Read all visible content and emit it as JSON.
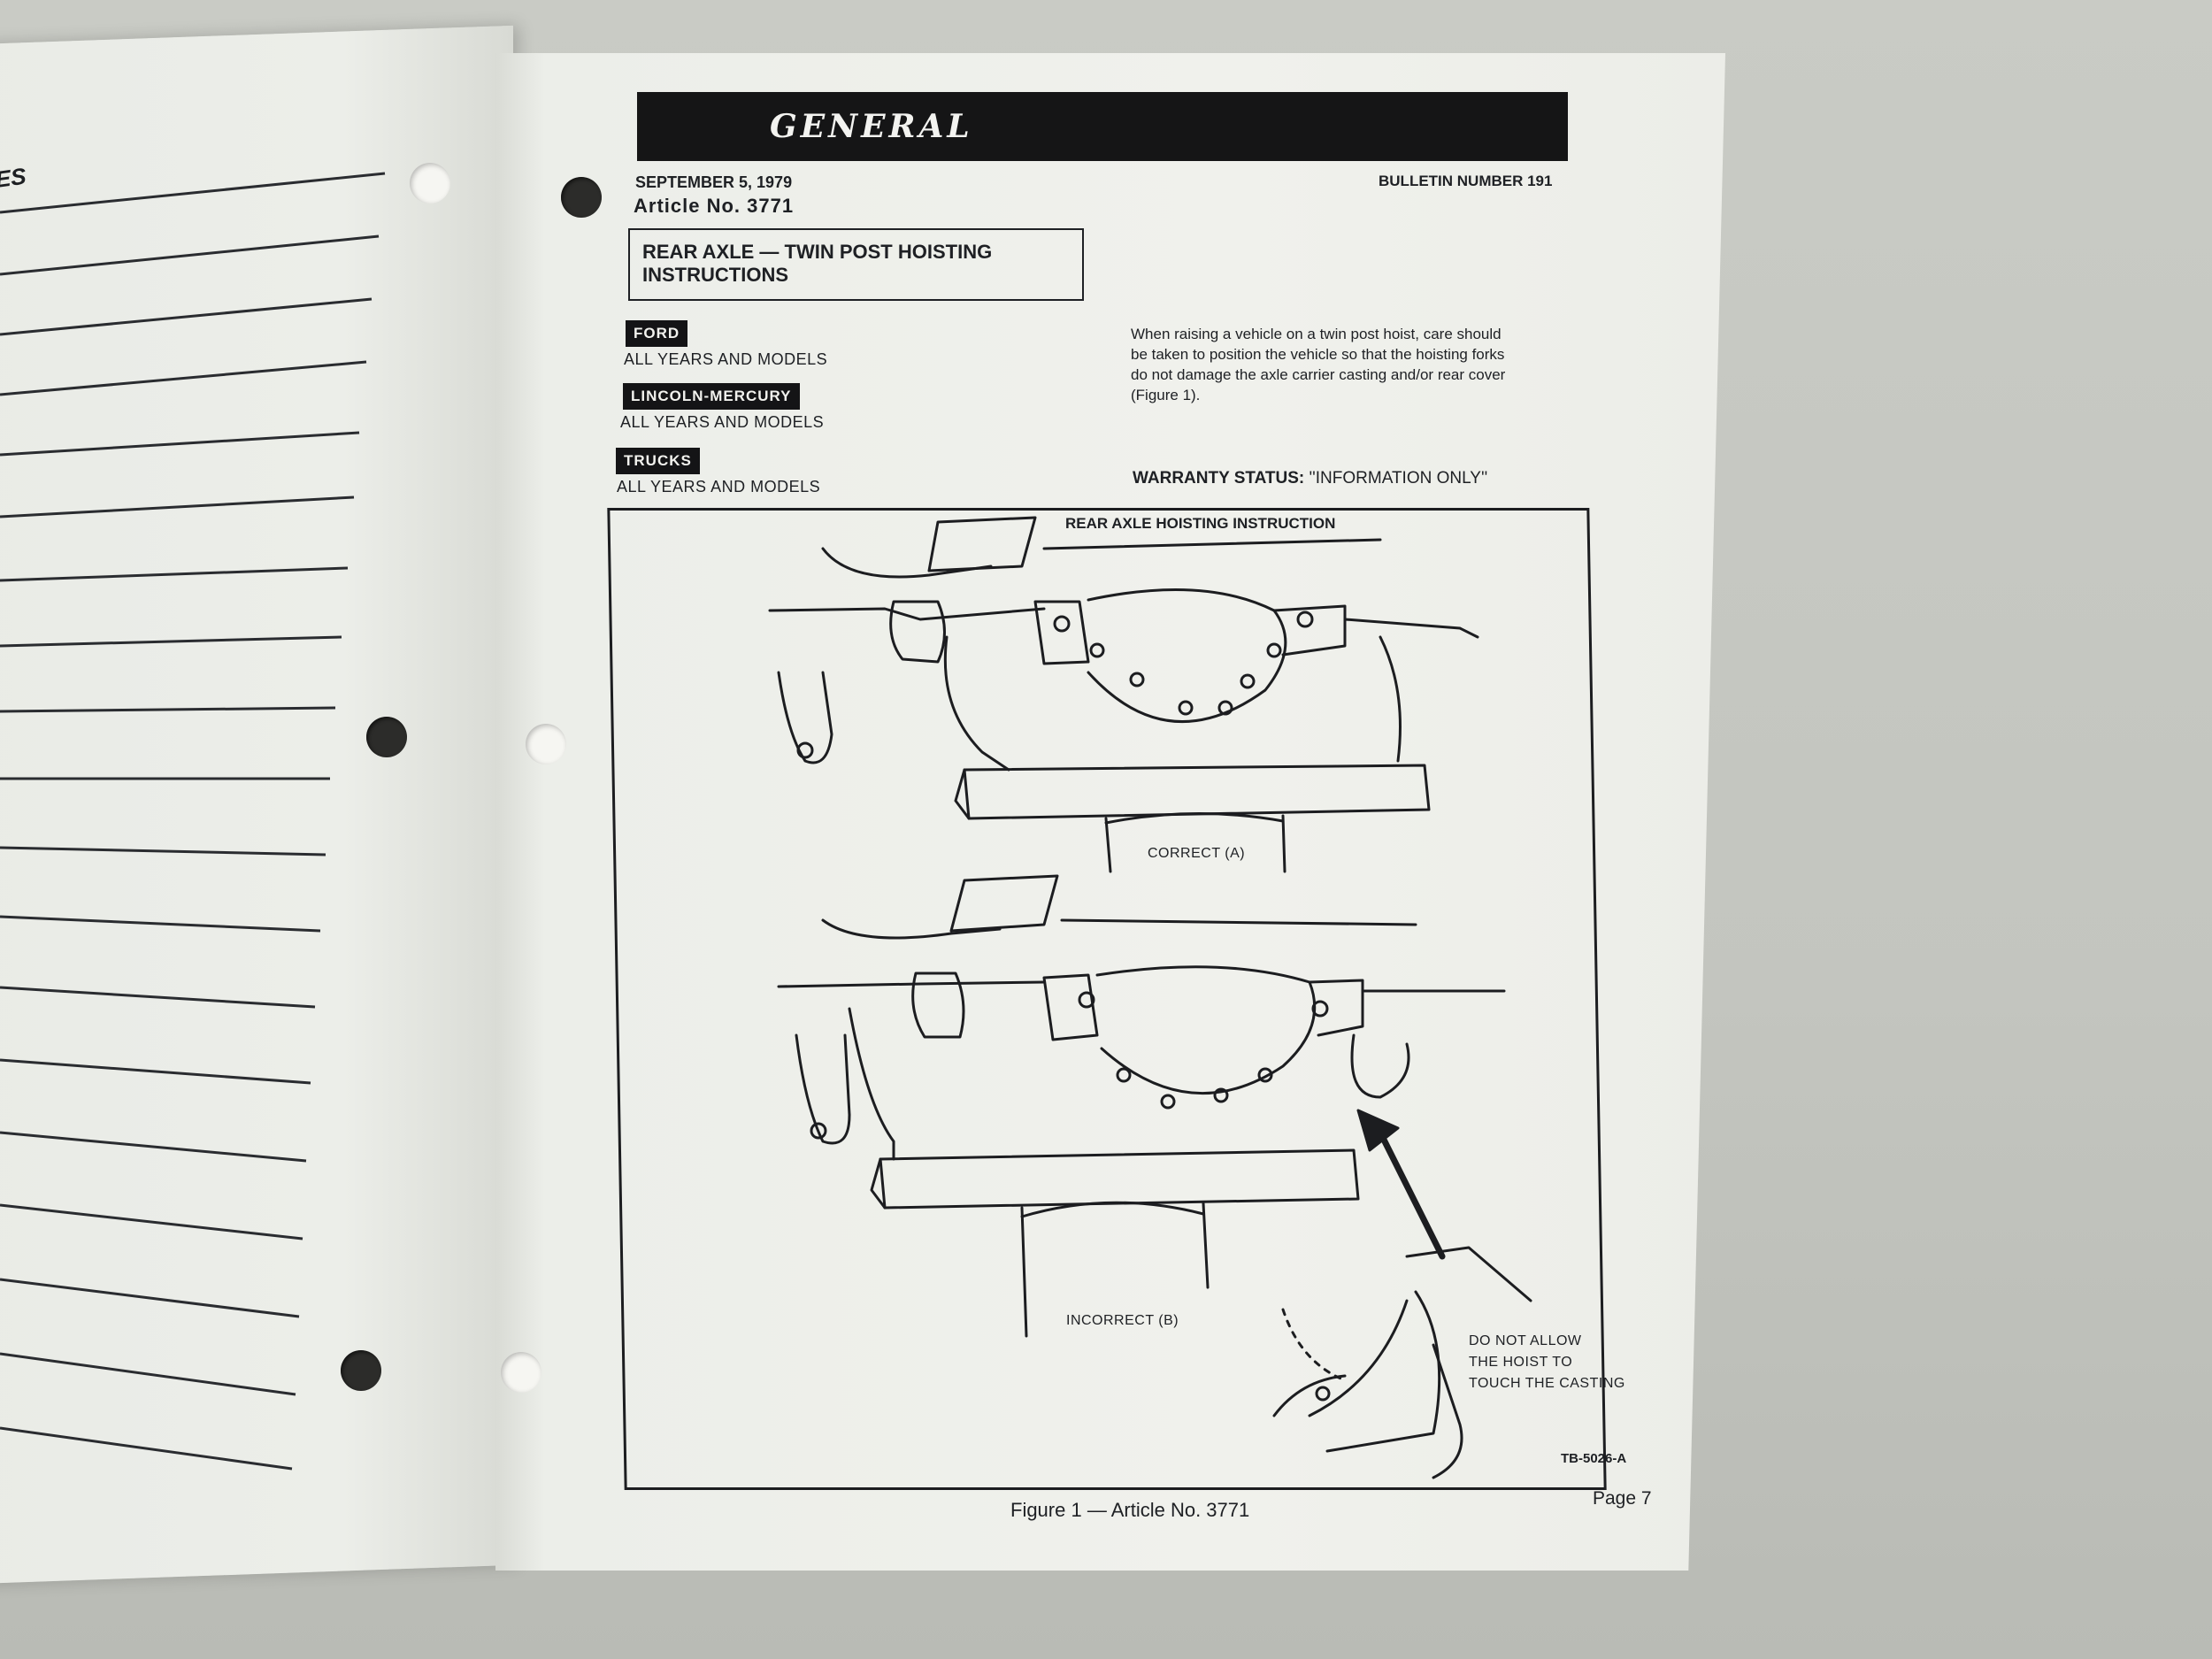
{
  "left_page": {
    "heading": "NOTES"
  },
  "header": {
    "banner": "GENERAL",
    "date": "SEPTEMBER 5, 1979",
    "article": "Article No. 3771",
    "bulletin": "BULLETIN NUMBER 191"
  },
  "title": {
    "line1": "REAR AXLE — TWIN POST HOISTING",
    "line2": "INSTRUCTIONS"
  },
  "applicability": [
    {
      "badge": "FORD",
      "models": "ALL YEARS AND MODELS"
    },
    {
      "badge": "LINCOLN-MERCURY",
      "models": "ALL YEARS AND MODELS"
    },
    {
      "badge": "TRUCKS",
      "models": "ALL YEARS AND MODELS"
    }
  ],
  "description": {
    "line1": "When raising a vehicle on a twin post hoist, care should",
    "line2": "be taken to position the vehicle so that the hoisting forks",
    "line3": "do not damage the axle carrier casting and/or rear  cover",
    "line4": "(Figure 1)."
  },
  "warranty": {
    "label": "WARRANTY STATUS:",
    "value": "''INFORMATION ONLY''"
  },
  "figure": {
    "title": "REAR AXLE HOISTING INSTRUCTION",
    "correct_label": "CORRECT (A)",
    "incorrect_label": "INCORRECT (B)",
    "warning_line1": "DO NOT ALLOW",
    "warning_line2": "THE HOIST TO",
    "warning_line3": "TOUCH THE CASTING",
    "code": "TB-5026-A"
  },
  "footer": {
    "caption": "Figure 1 — Article No. 3771",
    "page": "Page 7"
  }
}
